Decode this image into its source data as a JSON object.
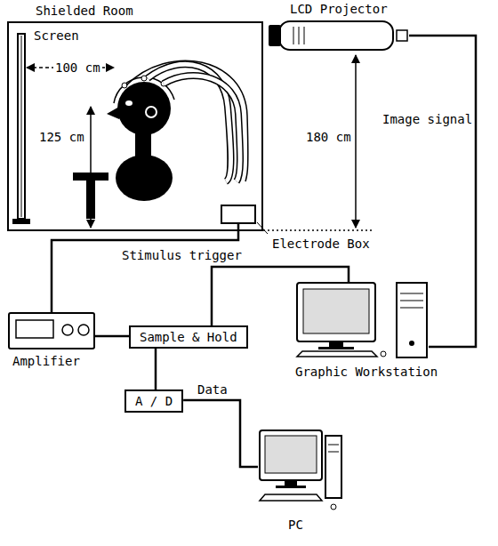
{
  "diagram": {
    "nodes": [
      {
        "text": [
          "Shielded Room"
        ]
      },
      {
        "text": [
          "Electrode Box"
        ],
        "in": 0
      },
      {
        "text": [
          "LCD Projector"
        ]
      },
      {
        "text": [
          "Amplifier"
        ]
      },
      {
        "text": [
          "Sample & Hold"
        ]
      },
      {
        "text": [
          "A / D"
        ]
      },
      {
        "text": [
          "Graphic Workstation"
        ]
      },
      {
        "text": [
          "PC"
        ]
      }
    ],
    "edges": [
      {
        "from": 1,
        "to": 3,
        "arrow": "none"
      },
      {
        "from": 3,
        "to": 4,
        "arrow": "none"
      },
      {
        "from": 6,
        "to": 4,
        "label": "Stimulus trigger",
        "arrow": "none"
      },
      {
        "from": 6,
        "to": 2,
        "label": "Image signal",
        "arrow": "none"
      },
      {
        "from": 4,
        "to": 5,
        "arrow": "none"
      },
      {
        "from": 5,
        "to": 7,
        "label": "Data",
        "arrow": "none"
      }
    ],
    "labels": [
      "Screen",
      "100 cm",
      "125 cm",
      "180 cm"
    ]
  }
}
